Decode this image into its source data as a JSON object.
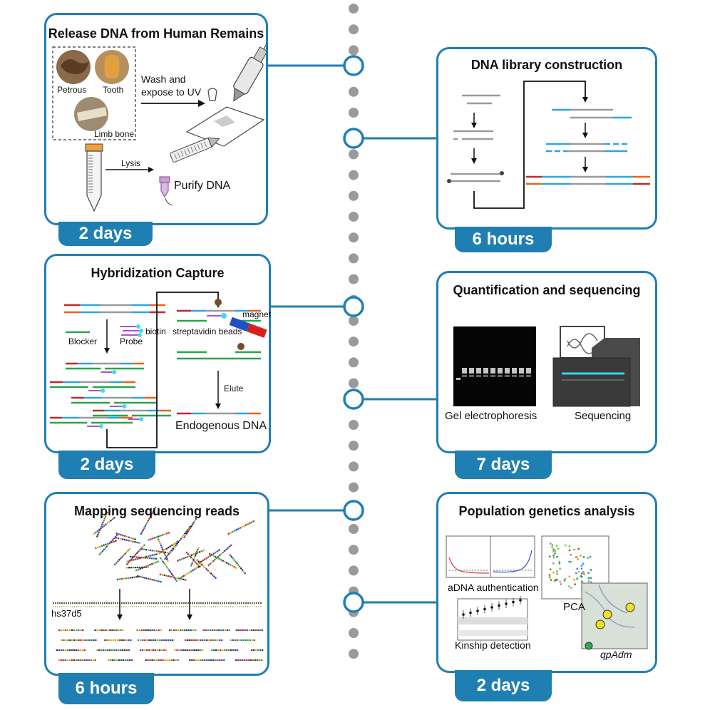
{
  "timeline": {
    "dots": 32,
    "accent": "#1f7fb3",
    "dot_color": "#9a9a9a"
  },
  "panels": {
    "release": {
      "title": "Release DNA from Human Remains",
      "duration": "2 days",
      "labels": {
        "petrous": "Petrous",
        "tooth": "Tooth",
        "limb_bone": "Limb bone",
        "wash": "Wash and",
        "expose": "expose to UV",
        "lysis": "Lysis",
        "purify": "Purify DNA"
      }
    },
    "library": {
      "title": "DNA library construction",
      "duration": "6 hours"
    },
    "hybrid": {
      "title": "Hybridization Capture",
      "duration": "2 days",
      "labels": {
        "blocker": "Blocker",
        "probe": "Probe",
        "biotin": "biotin",
        "beads": "streptavidin beads",
        "magnet": "magnet",
        "elute": "Elute",
        "endogenous": "Endogenous DNA"
      }
    },
    "quant": {
      "title": "Quantification and sequencing",
      "duration": "7 days",
      "labels": {
        "gel": "Gel electrophoresis",
        "seq": "Sequencing"
      }
    },
    "mapping": {
      "title": "Mapping sequencing reads",
      "duration": "6 hours",
      "labels": {
        "ref": "hs37d5"
      }
    },
    "popgen": {
      "title": "Population genetics analysis",
      "duration": "2 days",
      "labels": {
        "adna": "aDNA authentication",
        "pca": "PCA",
        "kinship": "Kinship detection",
        "qpadm": "qpAdm"
      }
    }
  },
  "colors": {
    "strand": "#9a9a9a",
    "adapter_blue": "#2ba6de",
    "adapter_red": "#c0282d",
    "adapter_orange": "#e8641e",
    "blocker_green": "#2aa44a",
    "probe_purple": "#b44fd6"
  }
}
